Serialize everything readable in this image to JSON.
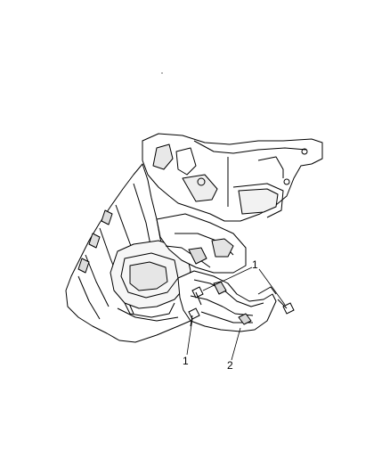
{
  "diagram": {
    "callouts": [
      {
        "id": "callout-1-upper",
        "label": "1"
      },
      {
        "id": "callout-1-lower",
        "label": "1"
      },
      {
        "id": "callout-2",
        "label": "2"
      }
    ]
  },
  "colors": {
    "ink": "#000000",
    "background": "#ffffff",
    "shade": "#d9d9d9"
  }
}
